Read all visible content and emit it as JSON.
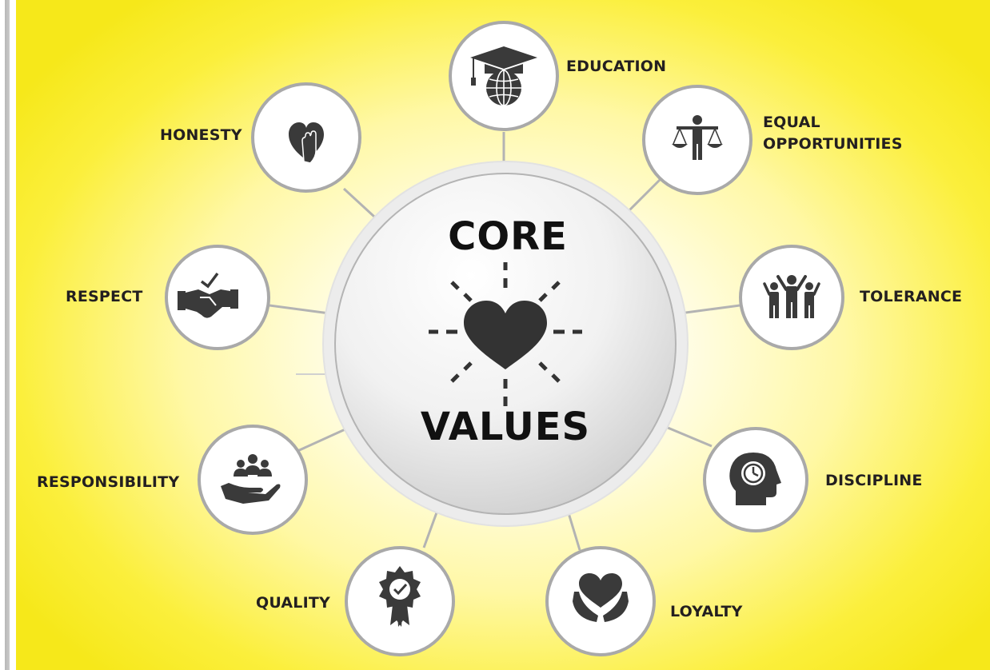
{
  "center": {
    "line1": "CORE",
    "line2": "VALUES"
  },
  "values": {
    "education": "EDUCATION",
    "equal_opportunities": [
      "EQUAL",
      "OPPORTUNITIES"
    ],
    "tolerance": "TOLERANCE",
    "discipline": "DISCIPLINE",
    "loyalty": "LOYALTY",
    "quality": "QUALITY",
    "responsibility": "RESPONSIBILITY",
    "respect": "RESPECT",
    "honesty": "HONESTY"
  },
  "icons": {
    "education": "graduation-cap-globe-icon",
    "equal_opportunities": "scales-person-icon",
    "tolerance": "group-people-icon",
    "discipline": "head-clock-icon",
    "loyalty": "hands-heart-icon",
    "quality": "award-badge-icon",
    "responsibility": "hand-holding-people-icon",
    "respect": "handshake-check-icon",
    "honesty": "heart-hand-icon",
    "center": "heart-burst-icon"
  },
  "colors": {
    "background": "#f6e81a",
    "icon": "#3a3a3a",
    "ring": "#a9a9a9"
  }
}
